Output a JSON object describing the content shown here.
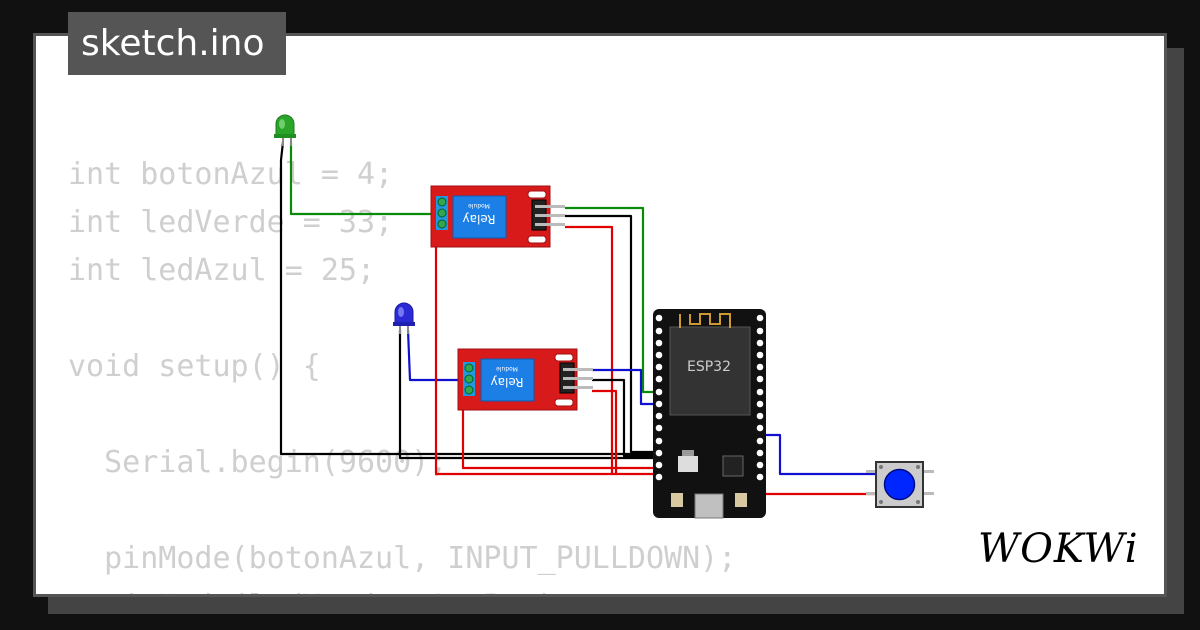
{
  "title": "sketch.ino",
  "code_lines": [
    "int botonAzul = 4;",
    "int ledVerde = 33;",
    "int ledAzul = 25;",
    "",
    "void setup() {",
    "",
    "  Serial.begin(9600);",
    "",
    "  pinMode(botonAzul, INPUT_PULLDOWN);",
    "  pinMode(ledVerde, OUTPUT);"
  ],
  "brand": "WOKWi",
  "board_label": "ESP32",
  "relay_label": "Relay",
  "relay_sublabel": "Module",
  "colors": {
    "wire_green": "#0a8a0a",
    "wire_red": "#e00000",
    "wire_black": "#000000",
    "wire_blue": "#1010d0",
    "relay_board": "#d91a1a",
    "relay_block": "#1c7fe6",
    "button_cap": "#0026ff",
    "led_green": "#2aa52a",
    "led_blue": "#2b2bd6"
  },
  "icons": [
    "green-led-icon",
    "blue-led-icon",
    "relay-module-icon",
    "esp32-board-icon",
    "pushbutton-icon",
    "wokwi-logo"
  ]
}
